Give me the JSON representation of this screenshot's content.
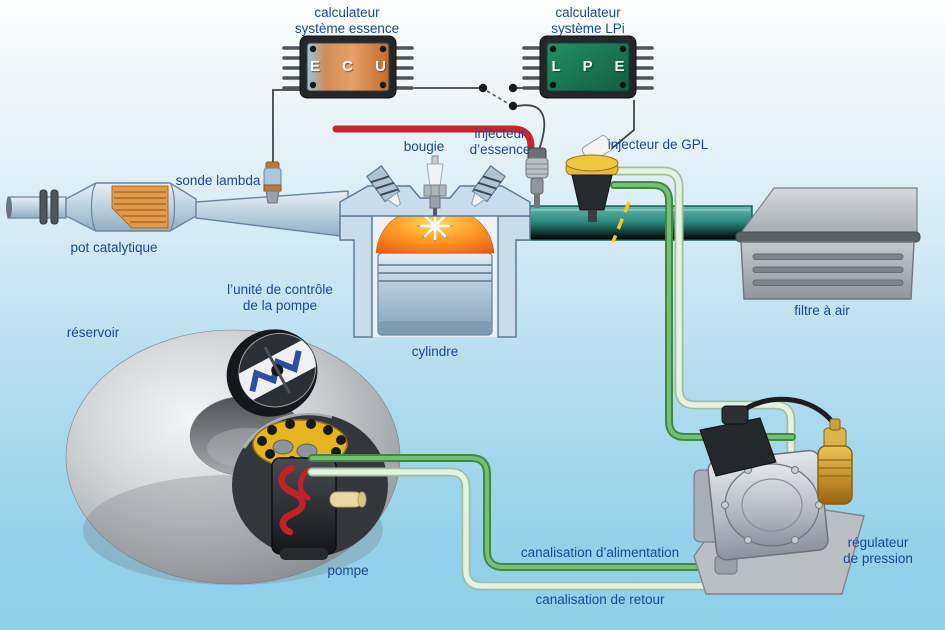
{
  "diagram": {
    "labels": {
      "calc_essence_line1": "calculateur",
      "calc_essence_line2": "système essence",
      "calc_lpi_line1": "calculateur",
      "calc_lpi_line2": "système LPi",
      "ecu_chip": "E C U",
      "lpe_chip": "L P E",
      "bougie": "bougie",
      "injecteur_essence_line1": "injecteur",
      "injecteur_essence_line2": "d’essence",
      "injecteur_gpl": "injecteur de GPL",
      "sonde_lambda": "sonde lambda",
      "pot_catalytique": "pot catalytique",
      "cylindre": "cylindre",
      "filtre_air": "filtre à air",
      "unite_controle_line1": "l’unité de contrôle",
      "unite_controle_line2": "de la pompe",
      "reservoir": "réservoir",
      "pompe": "pompe",
      "canalisation_alimentation": "canalisation d’alimentation",
      "canalisation_retour": "canalisation de retour",
      "regulateur_line1": "régulateur",
      "regulateur_line2": "de pression"
    },
    "colors": {
      "label_text": "#1b4793",
      "ecu_chip_orange": "#dd8c4f",
      "lpe_chip_green": "#1b7d58",
      "fuel_line_red": "#c8252e",
      "supply_line_green": "#3f8a3f",
      "return_line_pale": "#e4f2e2",
      "intake_manifold_teal": "#2d8b81",
      "background_top": "#fcfdfe",
      "background_bottom": "#8ecfe9"
    }
  }
}
